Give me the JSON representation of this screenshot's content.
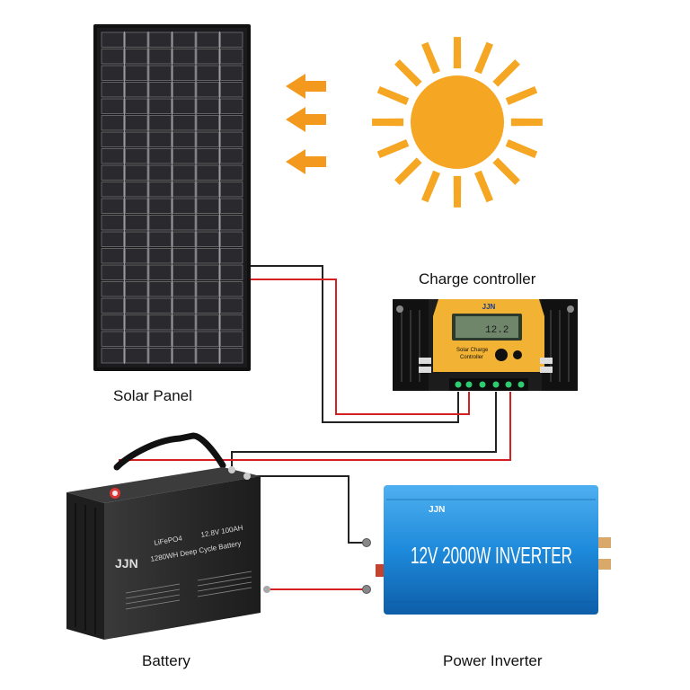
{
  "labels": {
    "solar_panel": "Solar Panel",
    "charge_controller": "Charge controller",
    "battery": "Battery",
    "power_inverter": "Power Inverter"
  },
  "controller": {
    "brand": "JJN",
    "display_reading": "12.2",
    "caption_line1": "Solar Charge",
    "caption_line2": "Controller"
  },
  "battery": {
    "brand": "JJN",
    "chemistry": "LiFePO4",
    "rating": "12.8V 100AH",
    "description": "1280WH Deep Cycle Battery"
  },
  "inverter": {
    "brand": "JJN",
    "text": "12V 2000W INVERTER"
  },
  "colors": {
    "sun": "#F5A623",
    "arrows": "#F39A1E",
    "panel_cells": "#2A2A2E",
    "wire_red": "#D42020",
    "wire_black": "#222222",
    "controller_face": "#F2B233",
    "inverter_blue": "#1E8ADB",
    "battery_body": "#2B2B2B"
  },
  "icons": [
    "sun-icon",
    "arrow-left-icon"
  ]
}
